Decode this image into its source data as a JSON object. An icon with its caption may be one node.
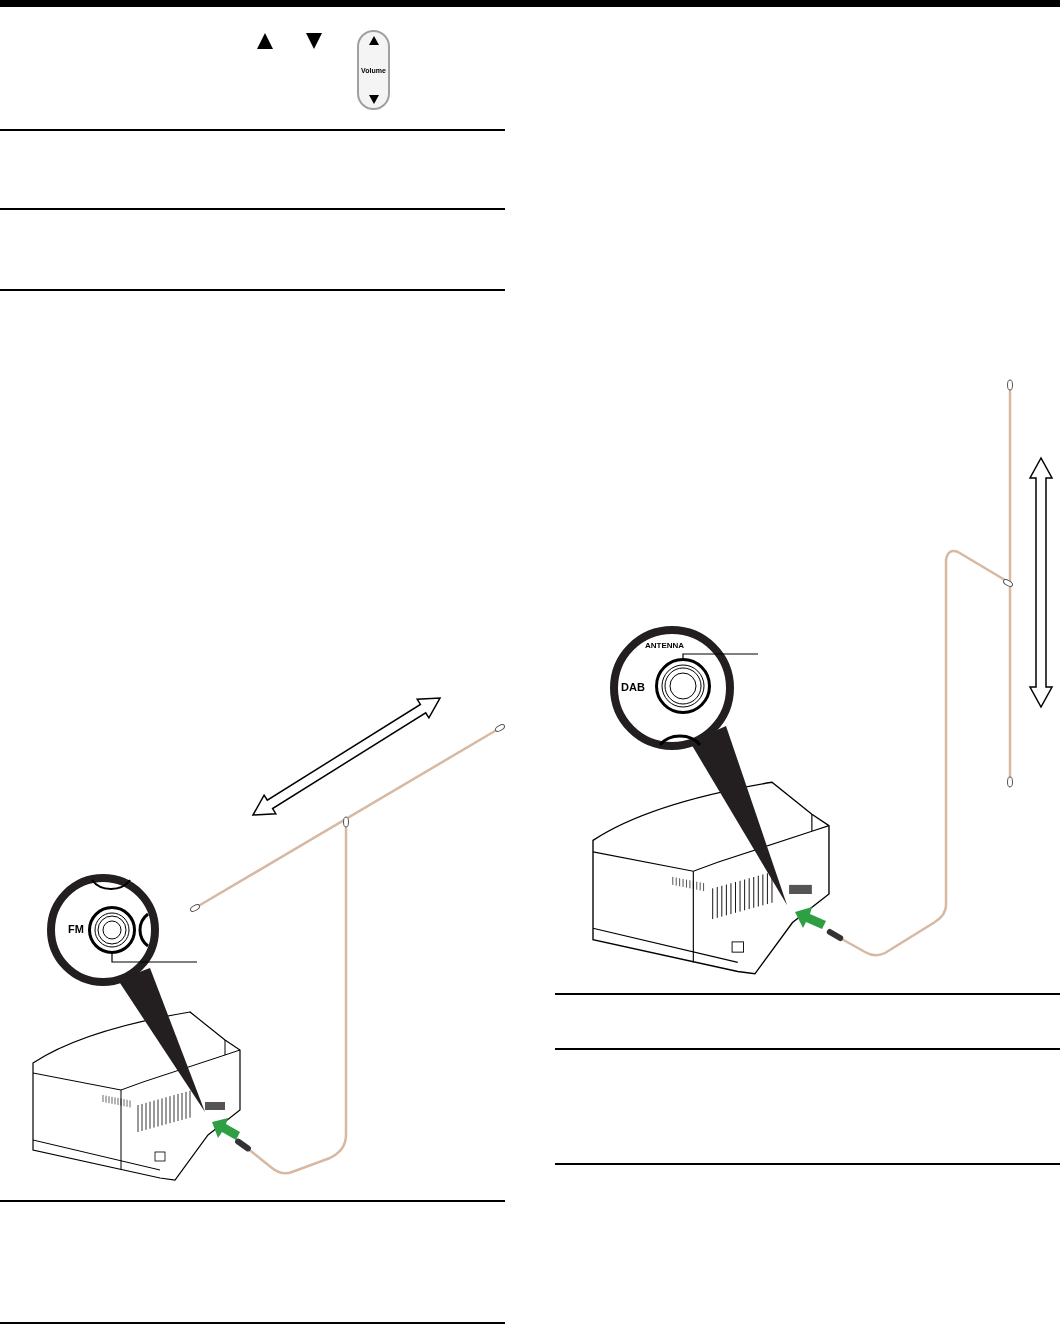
{
  "diagram": {
    "nodes": [
      {
        "text": [
          "Volume"
        ]
      },
      {
        "text": [],
        "shape": "circle",
        "beside": [
          "FM"
        ]
      },
      {
        "text": [],
        "shape": "circle",
        "beside": [
          "ANTENNA",
          "DAB"
        ]
      }
    ],
    "edges": [
      {
        "from": null,
        "to": 1,
        "arrow": "none"
      },
      {
        "from": null,
        "to": 2,
        "arrow": "none"
      }
    ]
  }
}
